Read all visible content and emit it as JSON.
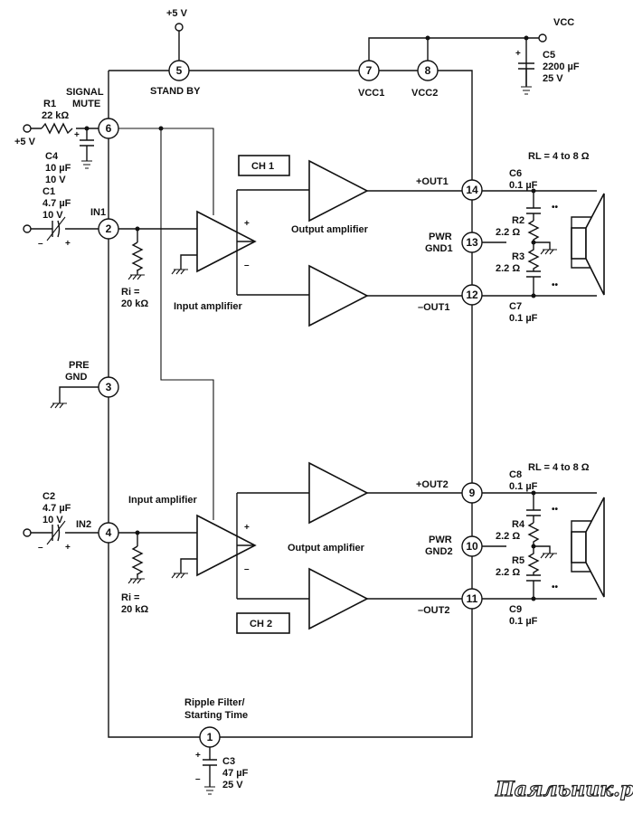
{
  "supply": {
    "plus5_top": "+5 V",
    "vcc": "VCC",
    "plus5_left": "+5 V"
  },
  "pins": [
    {
      "num": "1"
    },
    {
      "num": "2"
    },
    {
      "num": "3"
    },
    {
      "num": "4"
    },
    {
      "num": "5"
    },
    {
      "num": "6"
    },
    {
      "num": "7"
    },
    {
      "num": "8"
    },
    {
      "num": "9"
    },
    {
      "num": "10"
    },
    {
      "num": "11"
    },
    {
      "num": "12"
    },
    {
      "num": "13"
    },
    {
      "num": "14"
    }
  ],
  "pin_labels": {
    "standby": "STAND BY",
    "vcc1": "VCC1",
    "vcc2": "VCC2",
    "signal": "SIGNAL",
    "mute": "MUTE",
    "in1": "IN1",
    "in2": "IN2",
    "pre": "PRE",
    "gnd": "GND",
    "out1p": "+OUT1",
    "out1n": "–OUT1",
    "out2p": "+OUT2",
    "out2n": "–OUT2",
    "pwr": "PWR",
    "gnd1": "GND1",
    "gnd2": "GND2",
    "ripple1": "Ripple Filter/",
    "ripple2": "Starting Time"
  },
  "blocks": {
    "ch1": "CH 1",
    "ch2": "CH 2",
    "output_amp": "Output amplifier",
    "input_amp": "Input amplifier",
    "plus": "+",
    "minus": "–"
  },
  "components": {
    "r1": {
      "name": "R1",
      "value": "22 kΩ"
    },
    "c4": {
      "name": "C4",
      "value": "10 µF",
      "rating": "10 V"
    },
    "c1": {
      "name": "C1",
      "value": "4.7 µF",
      "rating": "10 V"
    },
    "c2": {
      "name": "C2",
      "value": "4.7 µF",
      "rating": "10 V"
    },
    "c3": {
      "name": "C3",
      "value": "47 µF",
      "rating": "25 V"
    },
    "c5": {
      "name": "C5",
      "value": "2200 µF",
      "rating": "25 V"
    },
    "ri1": {
      "name": "Ri =",
      "value": "20 kΩ"
    },
    "ri2": {
      "name": "Ri =",
      "value": "20 kΩ"
    },
    "c6": {
      "name": "C6",
      "value": "0.1 µF"
    },
    "c7": {
      "name": "C7",
      "value": "0.1 µF"
    },
    "c8": {
      "name": "C8",
      "value": "0.1 µF"
    },
    "c9": {
      "name": "C9",
      "value": "0.1 µF"
    },
    "r2": {
      "name": "R2",
      "value": "2.2 Ω"
    },
    "r3": {
      "name": "R3",
      "value": "2.2 Ω"
    },
    "r4": {
      "name": "R4",
      "value": "2.2 Ω"
    },
    "r5": {
      "name": "R5",
      "value": "2.2 Ω"
    },
    "rl": "RL = 4 to 8 Ω",
    "polarity_plus": "+",
    "polarity_minus": "–",
    "spk_dots": "••"
  },
  "watermark": "Паяльник.ру"
}
